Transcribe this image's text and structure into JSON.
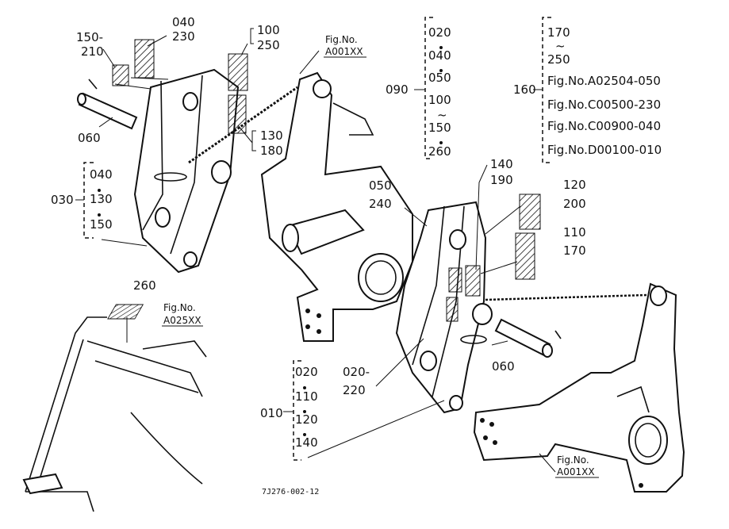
{
  "labels": {
    "l150_210": [
      "150-",
      "210"
    ],
    "l040_230": [
      "040",
      "230"
    ],
    "l100_250": [
      "100",
      "250"
    ],
    "figA001_top": [
      "Fig.No.",
      "A001XX"
    ],
    "l060_left": "060",
    "l130_180": [
      "130",
      "180"
    ],
    "l030": "030",
    "list030": [
      "040",
      "130",
      "150"
    ],
    "l090": "090",
    "list090": [
      "020",
      "040",
      "050",
      "100",
      "150",
      "260"
    ],
    "l160": "160",
    "list160": [
      "170",
      "250",
      "Fig.No.A02504-050",
      "Fig.No.C00500-230",
      "Fig.No.C00900-040",
      "Fig.No.D00100-010"
    ],
    "l050_240": [
      "050",
      "240"
    ],
    "l140_190": [
      "140",
      "190"
    ],
    "l120_200": [
      "120",
      "200"
    ],
    "l110_170": [
      "110",
      "170"
    ],
    "l260": "260",
    "figA025": [
      "Fig.No.",
      "A025XX"
    ],
    "l060_right": "060",
    "l020_220": [
      "020-",
      "220"
    ],
    "l010": "010",
    "list010": [
      "020",
      "110",
      "120",
      "140"
    ],
    "figA001_bottom": [
      "Fig.No.",
      "A001XX"
    ],
    "drawing_code": "7J276-002-12"
  }
}
